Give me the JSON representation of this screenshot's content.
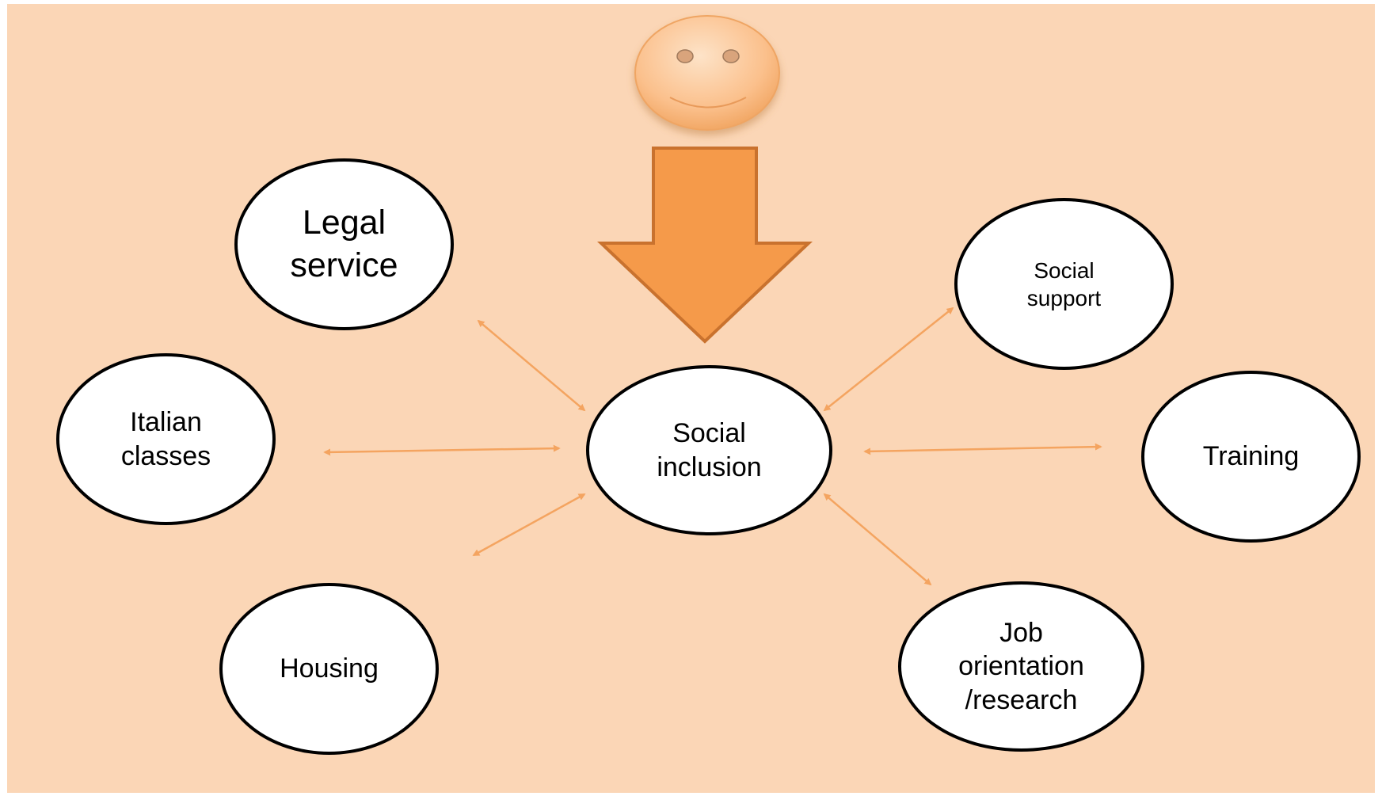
{
  "colors": {
    "background": "#fbd6b6",
    "node_fill": "#ffffff",
    "node_border": "#000000",
    "connector": "#f4a460",
    "big_arrow_fill": "#f59a4a",
    "big_arrow_border": "#c9722e",
    "face_fill": "#fbc594"
  },
  "icons": {
    "smiley": "smiley-face-icon",
    "down_arrow": "down-arrow-icon"
  },
  "nodes": {
    "center": "Social\ninclusion",
    "legal": "Legal\nservice",
    "italian": "Italian\nclasses",
    "housing": "Housing",
    "social_support": "Social\nsupport",
    "training": "Training",
    "job": "Job\norientation\n/research"
  }
}
